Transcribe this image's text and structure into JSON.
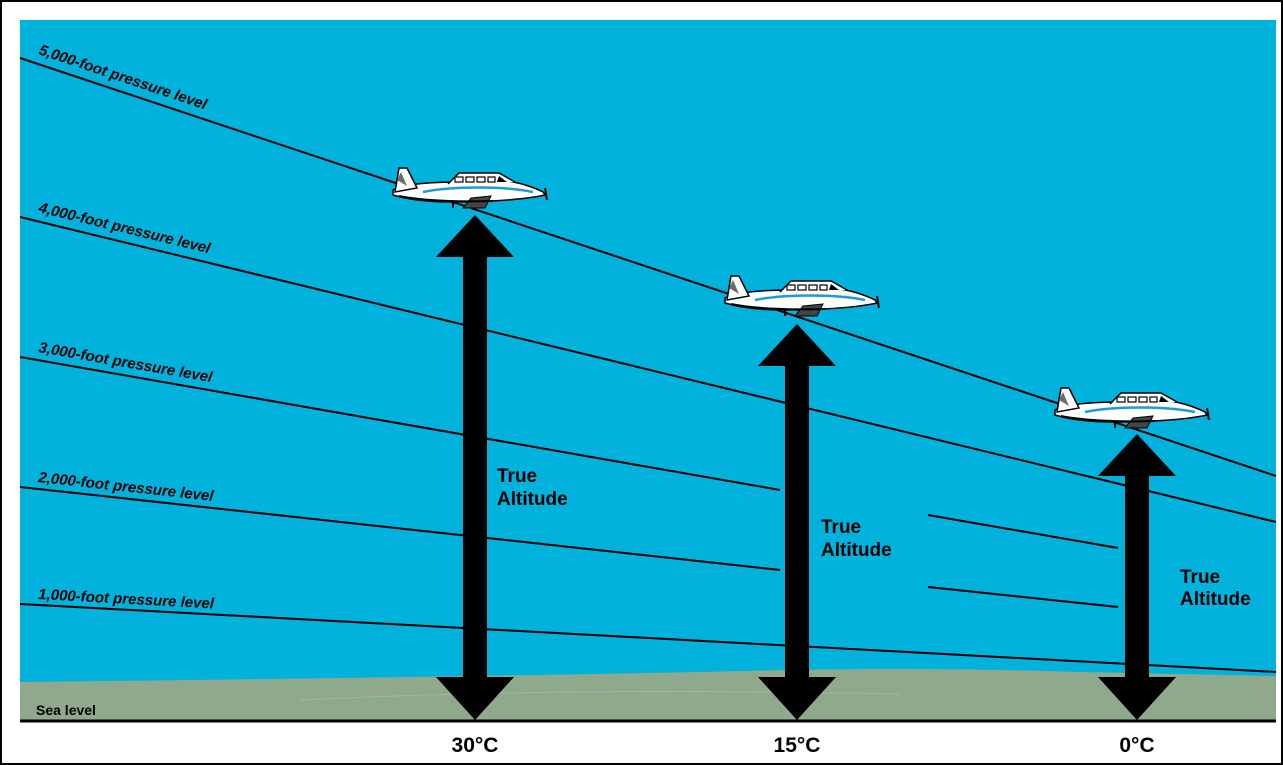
{
  "diagram": {
    "pressure_levels": [
      "5,000-foot pressure level",
      "4,000-foot pressure level",
      "3,000-foot pressure level",
      "2,000-foot pressure level",
      "1,000-foot pressure level"
    ],
    "sea_level_label": "Sea level",
    "true_altitude_line1": "True",
    "true_altitude_line2": "Altitude",
    "temperatures": [
      "30°C",
      "15°C",
      "0°C"
    ],
    "colors": {
      "sky": "#00b2dc",
      "ground": "#8ea98c",
      "lines": "#000000",
      "arrow": "#000000",
      "aircraft_body": "#ffffff",
      "aircraft_stripe": "#1e9ad6"
    }
  }
}
